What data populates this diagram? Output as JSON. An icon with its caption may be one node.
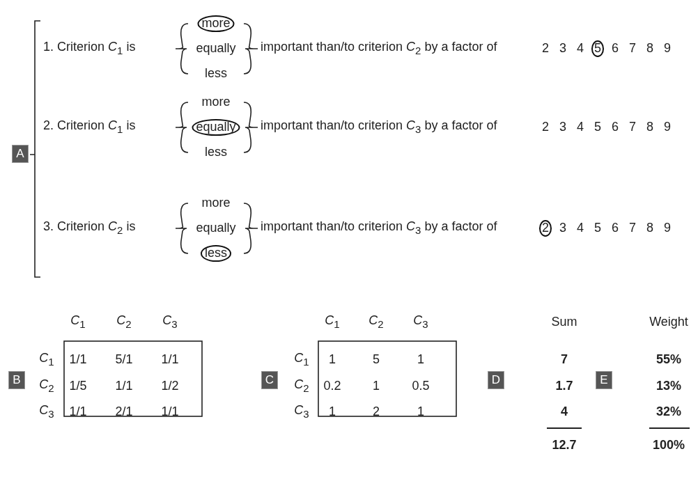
{
  "diagram": {
    "nodes": [
      {
        "text": [
          "A"
        ]
      },
      {
        "text": [
          "B"
        ]
      },
      {
        "text": [
          "C"
        ]
      },
      {
        "text": [
          "D"
        ]
      },
      {
        "text": [
          "E"
        ]
      }
    ],
    "labels": [
      "1. Criterion *C*$_{1}$ is",
      "more",
      "equally",
      "less",
      "important than/to criterion *C*$_{2}$ by a factor of",
      "2",
      "3",
      "4",
      "5",
      "6",
      "7",
      "8",
      "9",
      "2. Criterion *C*$_{1}$ is",
      "more",
      "equally",
      "less",
      "important than/to criterion *C*$_{3}$ by a factor of",
      "2",
      "3",
      "4",
      "5",
      "6",
      "7",
      "8",
      "9",
      "3. Criterion *C*$_{2}$ is",
      "more",
      "equally",
      "less",
      "important than/to criterion *C*$_{3}$ by a factor of",
      "2",
      "3",
      "4",
      "5",
      "6",
      "7",
      "8",
      "9",
      "*C*$_{1}$",
      "*C*$_{2}$",
      "*C*$_{3}$",
      "*C*$_{1}$",
      "1/1",
      "5/1",
      "1/1",
      "*C*$_{2}$",
      "1/5",
      "1/1",
      "1/2",
      "*C*$_{3}$",
      "1/1",
      "2/1",
      "1/1",
      "*C*$_{1}$",
      "*C*$_{2}$",
      "*C*$_{3}$",
      "*C*$_{1}$",
      "1",
      "5",
      "1",
      "*C*$_{2}$",
      "0.2",
      "1",
      "0.5",
      "*C*$_{3}$",
      "1",
      "2",
      "1",
      "Sum",
      "7",
      "1.7",
      "4",
      "12.7",
      "Weight",
      "55%",
      "13%",
      "32%",
      "100%"
    ]
  }
}
